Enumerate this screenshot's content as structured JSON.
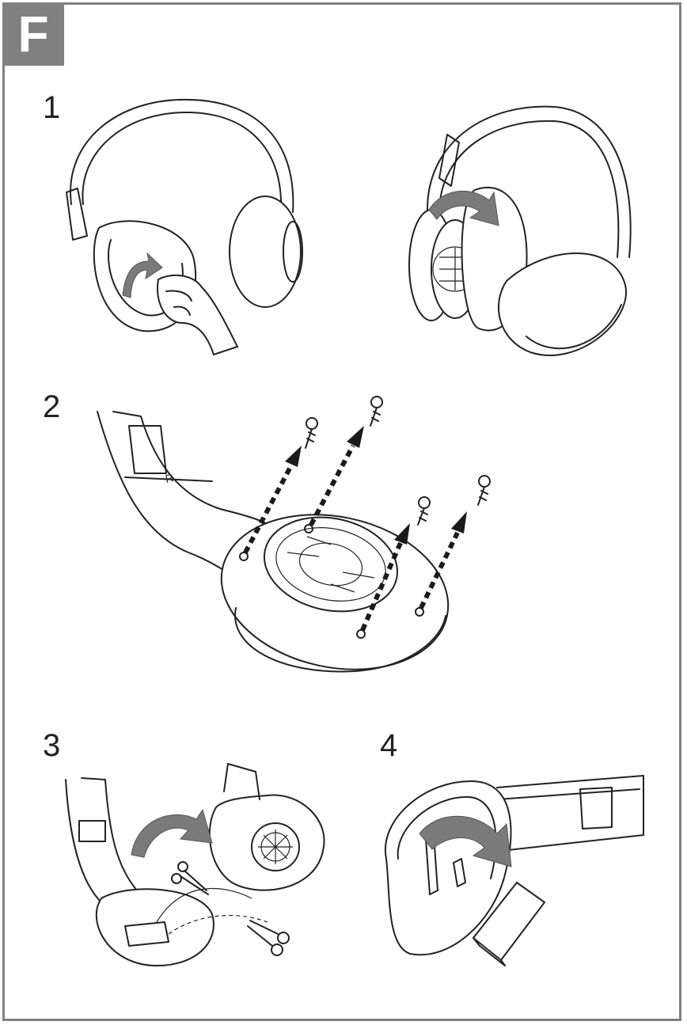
{
  "section_label": "F",
  "steps": [
    {
      "number": "1"
    },
    {
      "number": "2"
    },
    {
      "number": "3"
    },
    {
      "number": "4"
    }
  ],
  "colors": {
    "badge": "#808080",
    "border": "#808080",
    "arrow": "#7a7a7a",
    "line": "#222222"
  }
}
